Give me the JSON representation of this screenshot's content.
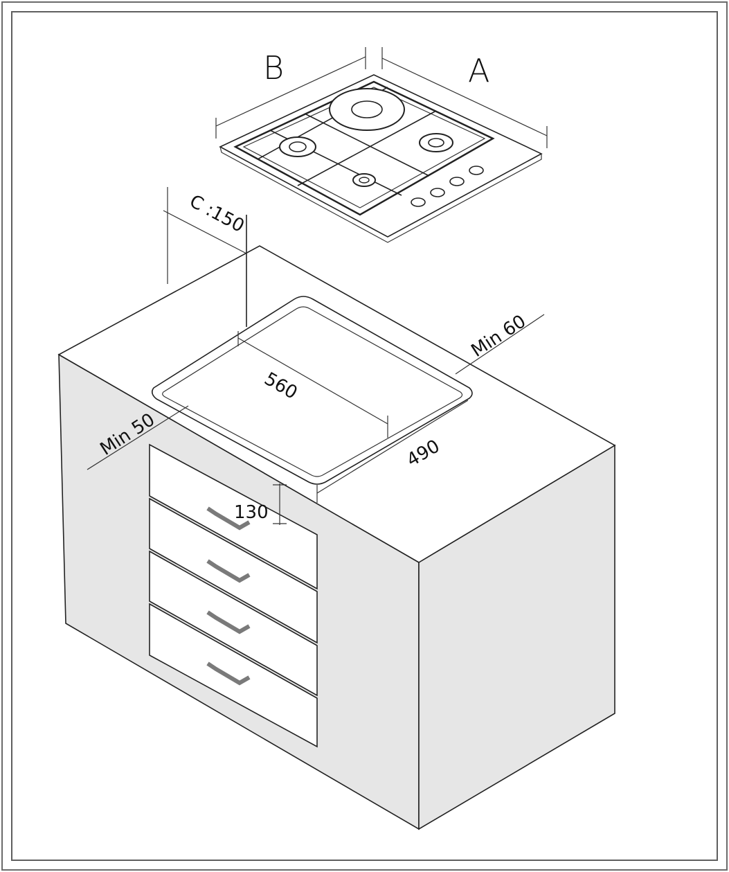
{
  "labels": {
    "width_b": "B",
    "depth_a": "A",
    "rear_clearance": "C :150",
    "cutout_width": "560",
    "cutout_depth": "490",
    "side_clearance_right": "Min 60",
    "front_clearance": "Min 50",
    "drawer_gap": "130"
  },
  "colors": {
    "stroke": "#222222",
    "cabinet_side": "#e6e6e6",
    "cabinet_top": "#ffffff",
    "handle": "#7a7a7a"
  }
}
